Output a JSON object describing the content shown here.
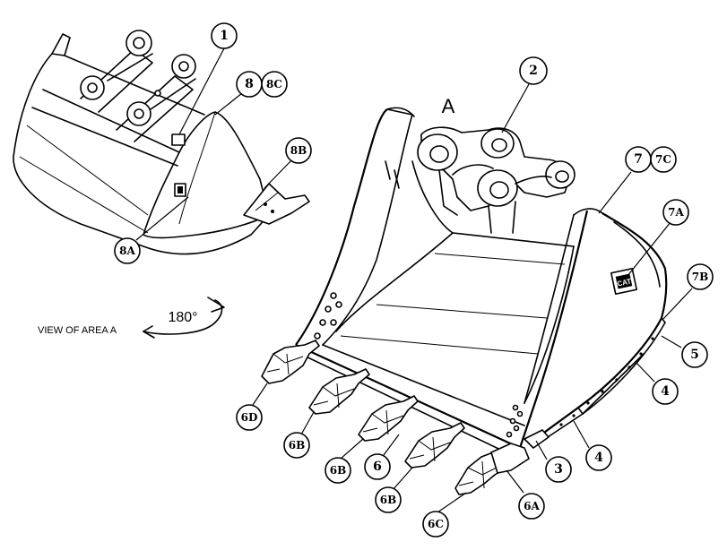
{
  "figure": {
    "area_label": "A",
    "view_label": "VIEW OF AREA A",
    "rotation_label": "180°",
    "logo_text": "CAT"
  },
  "callouts": [
    {
      "id": "c-1",
      "text": "1"
    },
    {
      "id": "c-8",
      "text": "8"
    },
    {
      "id": "c-8C",
      "text": "8C"
    },
    {
      "id": "c-8B",
      "text": "8B"
    },
    {
      "id": "c-8A",
      "text": "8A"
    },
    {
      "id": "c-2",
      "text": "2"
    },
    {
      "id": "c-7",
      "text": "7"
    },
    {
      "id": "c-7C",
      "text": "7C"
    },
    {
      "id": "c-7A",
      "text": "7A"
    },
    {
      "id": "c-7B",
      "text": "7B"
    },
    {
      "id": "c-5",
      "text": "5"
    },
    {
      "id": "c-4a",
      "text": "4"
    },
    {
      "id": "c-4b",
      "text": "4"
    },
    {
      "id": "c-3",
      "text": "3"
    },
    {
      "id": "c-6A",
      "text": "6A"
    },
    {
      "id": "c-6C",
      "text": "6C"
    },
    {
      "id": "c-6B-right",
      "text": "6B"
    },
    {
      "id": "c-6",
      "text": "6"
    },
    {
      "id": "c-6B-mid",
      "text": "6B"
    },
    {
      "id": "c-6B-left",
      "text": "6B"
    },
    {
      "id": "c-6D",
      "text": "6D"
    }
  ]
}
